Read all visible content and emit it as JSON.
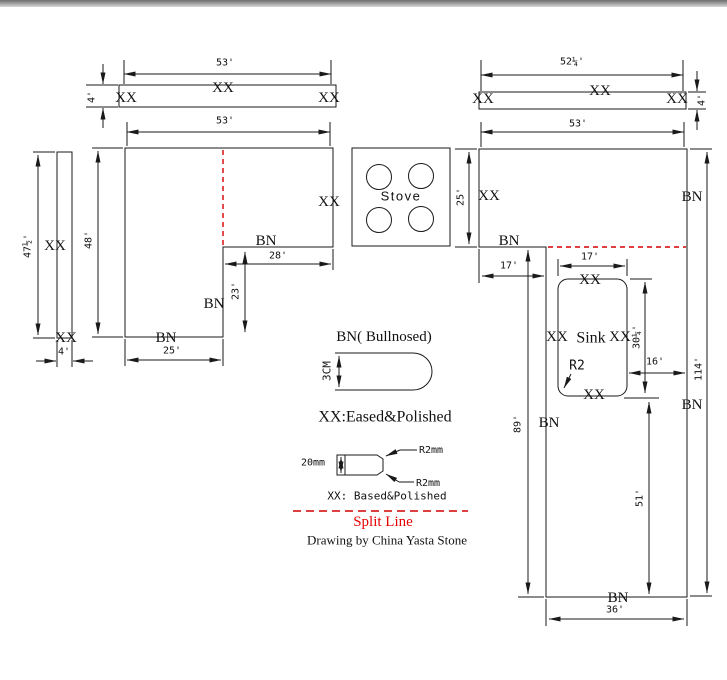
{
  "drawing": {
    "colors": {
      "line": "#1a1a1a",
      "split_line": "#d40000",
      "split_text": "#e60000"
    },
    "labels": {
      "xx": "XX",
      "bn": "BN",
      "sink": "Sink",
      "stove": "Stove",
      "r2": "R2"
    },
    "backsplash_left": {
      "width": "53'",
      "height": "4'"
    },
    "backsplash_right": {
      "width": "52¼'",
      "height": "4'"
    },
    "side_strip": {
      "height": "47½'",
      "width": "4'"
    },
    "left_counter": {
      "top_width": "53'",
      "left_height": "48'",
      "notch_width": "28'",
      "notch_depth": "23'",
      "bottom_width": "25'"
    },
    "right_counter": {
      "top_width": "53'",
      "upper_height": "25'",
      "left_offset": "17'",
      "lower_height": "89'",
      "below_sink_height": "51'",
      "bottom_width": "36'",
      "total_height": "114'",
      "sink_to_edge": "16'"
    },
    "sink": {
      "width": "17'",
      "height": "30¼'",
      "corner_radius": "R2"
    },
    "legend": {
      "bn_title": "BN( Bullnosed)",
      "bn_thickness": "3CM",
      "xx_note": "XX:Eased&Polished",
      "profile_thickness": "20mm",
      "profile_radius_top": "R2mm",
      "profile_radius_bottom": "R2mm",
      "profile_note": "XX: Based&Polished",
      "split_line_label": "Split Line",
      "credit": "Drawing by China Yasta Stone"
    }
  }
}
